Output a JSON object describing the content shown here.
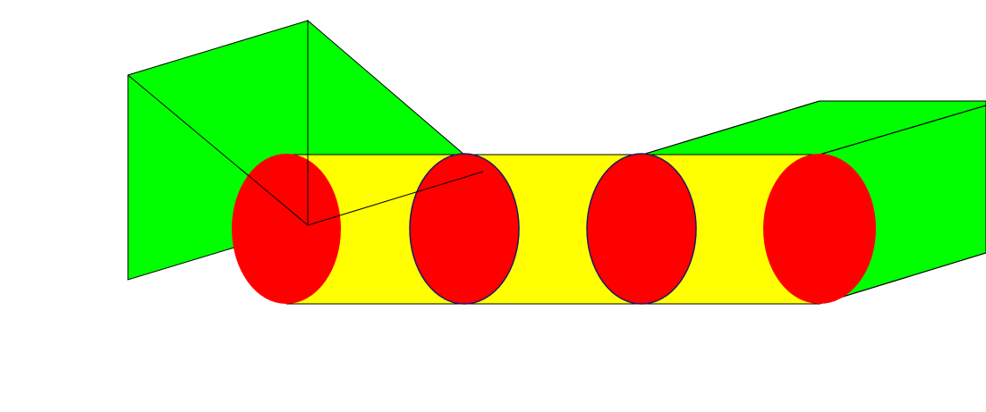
{
  "scene": {
    "colors": {
      "background": "#ffffff",
      "plate": "#00ff00",
      "tube": "#ffff00",
      "disc": "#ff0000",
      "edge": "#000000",
      "disc_edge": "#1a1a66"
    },
    "shapes": {
      "green_plates": 2,
      "yellow_tube": 1,
      "red_discs": 4
    }
  }
}
